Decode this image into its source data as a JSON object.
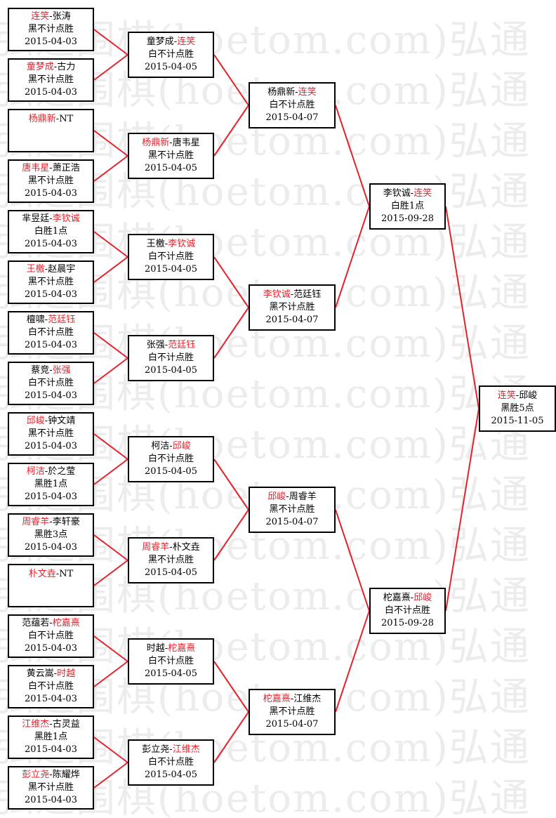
{
  "watermark": {
    "text": "弘通围棋(hoetom.com)弘通"
  },
  "colors": {
    "winner": "#e5222b",
    "text": "#000000",
    "line": "#e5222b",
    "border": "#000000"
  },
  "matches": [
    {
      "id": "r1m1",
      "p1": "连笑",
      "p2": "张涛",
      "winner": 1,
      "result": "黑不计点胜",
      "date": "2015-04-03"
    },
    {
      "id": "r1m2",
      "p1": "童梦成",
      "p2": "古力",
      "winner": 1,
      "result": "黑不计点胜",
      "date": "2015-04-03"
    },
    {
      "id": "r1m3",
      "p1": "杨鼎新",
      "p2": "NT",
      "winner": 1,
      "result": "",
      "date": ""
    },
    {
      "id": "r1m4",
      "p1": "唐韦星",
      "p2": "萧正浩",
      "winner": 1,
      "result": "黑不计点胜",
      "date": "2015-04-03"
    },
    {
      "id": "r1m5",
      "p1": "芈昱廷",
      "p2": "李钦诚",
      "winner": 2,
      "result": "白胜1点",
      "date": "2015-04-03"
    },
    {
      "id": "r1m6",
      "p1": "王檄",
      "p2": "赵晨宇",
      "winner": 1,
      "result": "黑不计点胜",
      "date": "2015-04-03"
    },
    {
      "id": "r1m7",
      "p1": "檀啸",
      "p2": "范廷钰",
      "winner": 2,
      "result": "白不计点胜",
      "date": "2015-04-03"
    },
    {
      "id": "r1m8",
      "p1": "蔡竞",
      "p2": "张强",
      "winner": 2,
      "result": "白不计点胜",
      "date": "2015-04-03"
    },
    {
      "id": "r1m9",
      "p1": "邱峻",
      "p2": "钟文靖",
      "winner": 1,
      "result": "黑不计点胜",
      "date": "2015-04-03"
    },
    {
      "id": "r1m10",
      "p1": "柯洁",
      "p2": "於之莹",
      "winner": 1,
      "result": "黑胜1点",
      "date": "2015-04-03"
    },
    {
      "id": "r1m11",
      "p1": "周睿羊",
      "p2": "李轩豪",
      "winner": 1,
      "result": "黑胜3点",
      "date": "2015-04-03"
    },
    {
      "id": "r1m12",
      "p1": "朴文垚",
      "p2": "NT",
      "winner": 1,
      "result": "",
      "date": ""
    },
    {
      "id": "r1m13",
      "p1": "范蕴若",
      "p2": "柁嘉熹",
      "winner": 2,
      "result": "白不计点胜",
      "date": "2015-04-03"
    },
    {
      "id": "r1m14",
      "p1": "黄云嵩",
      "p2": "时越",
      "winner": 2,
      "result": "白不计点胜",
      "date": "2015-04-03"
    },
    {
      "id": "r1m15",
      "p1": "江维杰",
      "p2": "古灵益",
      "winner": 1,
      "result": "黑胜1点",
      "date": "2015-04-03"
    },
    {
      "id": "r1m16",
      "p1": "彭立尧",
      "p2": "陈耀烨",
      "winner": 1,
      "result": "黑不计点胜",
      "date": "2015-04-03"
    },
    {
      "id": "r2m1",
      "p1": "童梦成",
      "p2": "连笑",
      "winner": 2,
      "result": "白不计点胜",
      "date": "2015-04-05"
    },
    {
      "id": "r2m2",
      "p1": "杨鼎新",
      "p2": "唐韦星",
      "winner": 1,
      "result": "黑不计点胜",
      "date": "2015-04-05"
    },
    {
      "id": "r2m3",
      "p1": "王檄",
      "p2": "李钦诚",
      "winner": 2,
      "result": "白不计点胜",
      "date": "2015-04-05"
    },
    {
      "id": "r2m4",
      "p1": "张强",
      "p2": "范廷钰",
      "winner": 2,
      "result": "白不计点胜",
      "date": "2015-04-05"
    },
    {
      "id": "r2m5",
      "p1": "柯洁",
      "p2": "邱峻",
      "winner": 2,
      "result": "白不计点胜",
      "date": "2015-04-05"
    },
    {
      "id": "r2m6",
      "p1": "周睿羊",
      "p2": "朴文垚",
      "winner": 1,
      "result": "黑不计点胜",
      "date": "2015-04-05"
    },
    {
      "id": "r2m7",
      "p1": "时越",
      "p2": "柁嘉熹",
      "winner": 2,
      "result": "白不计点胜",
      "date": "2015-04-05"
    },
    {
      "id": "r2m8",
      "p1": "彭立尧",
      "p2": "江维杰",
      "winner": 2,
      "result": "白不计点胜",
      "date": "2015-04-05"
    },
    {
      "id": "r3m1",
      "p1": "杨鼎新",
      "p2": "连笑",
      "winner": 2,
      "result": "白不计点胜",
      "date": "2015-04-07"
    },
    {
      "id": "r3m2",
      "p1": "李钦诚",
      "p2": "范廷钰",
      "winner": 1,
      "result": "黑不计点胜",
      "date": "2015-04-07"
    },
    {
      "id": "r3m3",
      "p1": "邱峻",
      "p2": "周睿羊",
      "winner": 1,
      "result": "黑不计点胜",
      "date": "2015-04-07"
    },
    {
      "id": "r3m4",
      "p1": "柁嘉熹",
      "p2": "江维杰",
      "winner": 1,
      "result": "黑不计点胜",
      "date": "2015-04-07"
    },
    {
      "id": "r4m1",
      "p1": "李钦诚",
      "p2": "连笑",
      "winner": 2,
      "result": "白胜1点",
      "date": "2015-09-28"
    },
    {
      "id": "r4m2",
      "p1": "柁嘉熹",
      "p2": "邱峻",
      "winner": 2,
      "result": "白不计点胜",
      "date": "2015-09-28"
    },
    {
      "id": "final",
      "p1": "连笑",
      "p2": "邱峻",
      "winner": 1,
      "result": "黑胜5点",
      "date": "2015-11-05"
    }
  ]
}
